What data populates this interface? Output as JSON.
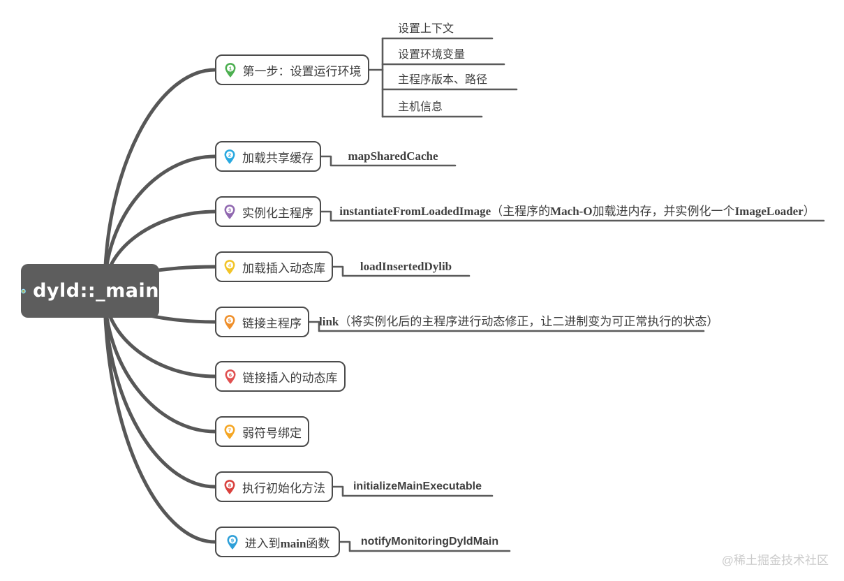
{
  "root": {
    "label": "dyld::_main",
    "icon": "target-icon"
  },
  "watermark": "@稀土掘金技术社区",
  "branches": [
    {
      "num": "1",
      "color": "#4caf50",
      "label": "第一步：设置运行环境",
      "children": [
        {
          "label": "设置上下文"
        },
        {
          "label": "设置环境变量"
        },
        {
          "label": "主程序版本、路径"
        },
        {
          "label": "主机信息"
        }
      ]
    },
    {
      "num": "2",
      "color": "#29a9e0",
      "label": "加载共享缓存",
      "sub": {
        "segments": [
          {
            "t": "mapSharedCache",
            "b": true
          }
        ]
      }
    },
    {
      "num": "3",
      "color": "#9068b0",
      "label": "实例化主程序",
      "sub": {
        "segments": [
          {
            "t": "instantiateFromLoadedImage",
            "b": true
          },
          {
            "t": "（主程序的",
            "b": false
          },
          {
            "t": "Mach-O",
            "b": true
          },
          {
            "t": "加载进内存，并实例化一个",
            "b": false
          },
          {
            "t": "ImageLoader",
            "b": true
          },
          {
            "t": "）",
            "b": false
          }
        ]
      }
    },
    {
      "num": "4",
      "color": "#f2c428",
      "label": "加载插入动态库",
      "sub": {
        "segments": [
          {
            "t": "loadInsertedDylib",
            "b": true
          }
        ]
      }
    },
    {
      "num": "5",
      "color": "#ef8f2a",
      "label": "链接主程序",
      "sub": {
        "segments": [
          {
            "t": "link",
            "b": true
          },
          {
            "t": "（将实例化后的主程序进行动态修正，让二进制变为可正常执行的状态）",
            "b": false
          }
        ]
      }
    },
    {
      "num": "6",
      "color": "#e05050",
      "label": "链接插入的动态库"
    },
    {
      "num": "7",
      "color": "#f5a623",
      "label": "弱符号绑定"
    },
    {
      "num": "8",
      "color": "#d9413d",
      "label": "执行初始化方法",
      "sub": {
        "segments": [
          {
            "t": "initializeMainExecutable",
            "b": true
          }
        ]
      }
    },
    {
      "num": "9",
      "color": "#2d9fd8",
      "label_prefix": "进入到",
      "label_code": "main",
      "label_suffix": "函数",
      "sub": {
        "segments": [
          {
            "t": "notifyMonitoringDyldMain",
            "b": true
          }
        ]
      }
    }
  ]
}
